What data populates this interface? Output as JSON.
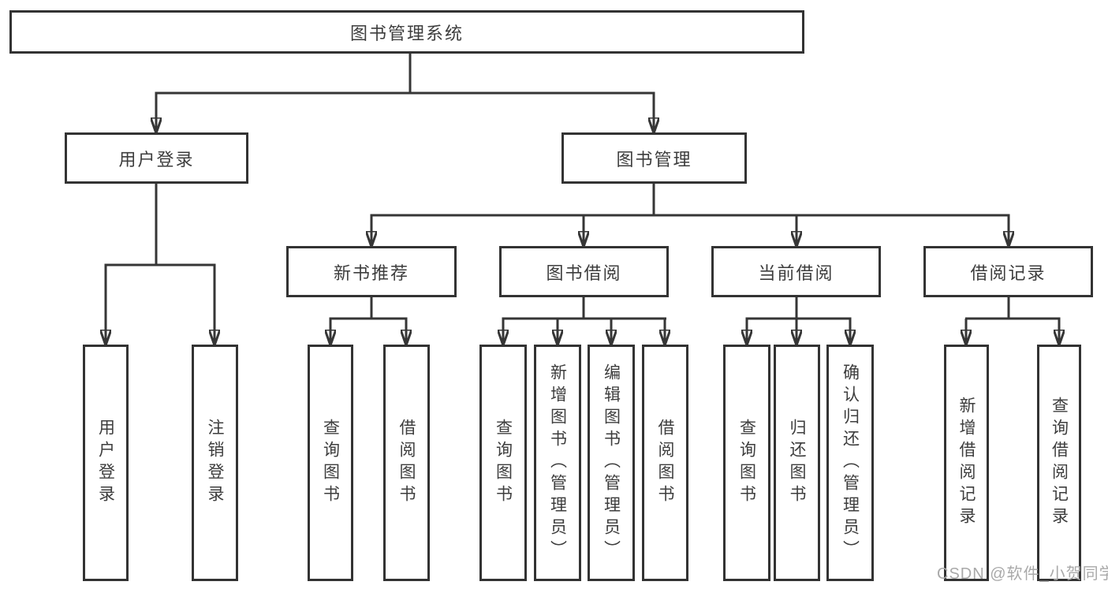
{
  "tree": {
    "label": "图书管理系统",
    "children": [
      {
        "label": "用户登录",
        "children": [
          {
            "label": "用户登录"
          },
          {
            "label": "注销登录"
          }
        ]
      },
      {
        "label": "图书管理",
        "children": [
          {
            "label": "新书推荐",
            "children": [
              {
                "label": "查询图书"
              },
              {
                "label": "借阅图书"
              }
            ]
          },
          {
            "label": "图书借阅",
            "children": [
              {
                "label": "查询图书"
              },
              {
                "label": "新增图书（管理员）"
              },
              {
                "label": "编辑图书（管理员）"
              },
              {
                "label": "借阅图书"
              }
            ]
          },
          {
            "label": "当前借阅",
            "children": [
              {
                "label": "查询图书"
              },
              {
                "label": "归还图书"
              },
              {
                "label": "确认归还（管理员）"
              }
            ]
          },
          {
            "label": "借阅记录",
            "children": [
              {
                "label": "新增借阅记录"
              },
              {
                "label": "查询借阅记录"
              }
            ]
          }
        ]
      }
    ]
  },
  "watermark": "CSDN @软件_小贺同学",
  "colors": {
    "line": "#363636",
    "box_border": "#333333",
    "text": "#3d3d3d",
    "watermark": "#a9a9a9",
    "background": "#ffffff"
  }
}
